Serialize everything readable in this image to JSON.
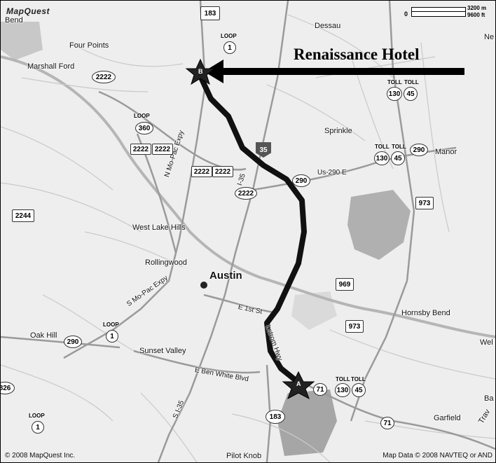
{
  "brand": "MapQuest",
  "annotation": {
    "text": "Renaissance Hotel"
  },
  "scale": {
    "zero": "0",
    "metric": "3200 m",
    "imperial": "9600 ft"
  },
  "copyright": "© 2008 MapQuest Inc.",
  "credits": "Map Data © 2008 NAVTEQ or AND",
  "markers": {
    "start": "A",
    "end": "B"
  },
  "places": {
    "bend": "Bend",
    "four_points": "Four Points",
    "marshall_ford": "Marshall Ford",
    "dessau": "Dessau",
    "sprinkle": "Sprinkle",
    "manor": "Manor",
    "west_lake_hills": "West Lake Hills",
    "rollingwood": "Rollingwood",
    "austin": "Austin",
    "oak_hill": "Oak Hill",
    "sunset_valley": "Sunset Valley",
    "hornsby_bend": "Hornsby Bend",
    "garfield": "Garfield",
    "pilot_knob": "Pilot Knob",
    "ne": "Ne",
    "wel": "Wel",
    "ba": "Ba",
    "trav": "Trav"
  },
  "roads": {
    "n_mopac": "N Mo-Pac Expy",
    "s_mopac": "S Mo-Pac Expy",
    "i35_north": "I-35",
    "i35_south": "S I-35",
    "us290e": "Us-290 E",
    "e1st": "E 1st St",
    "ben_white": "E Ben White Blvd",
    "lstrom": "Lstrom Hwy"
  },
  "shields": {
    "s183_top": "183",
    "loop1_top": "1",
    "s2222_a": "2222",
    "loop360": "360",
    "s2222_b": "2222",
    "s2222_c": "2222",
    "s2222_d": "2222",
    "s2222_e": "2222",
    "s2222_f": "2222",
    "i35": "35",
    "s290_mid": "290",
    "s290_right": "290",
    "toll130_top": "130",
    "toll45_top": "45",
    "toll130_mid": "130",
    "toll45_mid": "45",
    "s973_top": "973",
    "s969": "969",
    "s973_bot": "973",
    "s2244": "2244",
    "loop1_mid": "1",
    "s290_left": "290",
    "s71_a": "71",
    "toll130_bot": "130",
    "toll45_bot": "45",
    "s183_bot": "183",
    "s71_b": "71",
    "loop1_bot": "1",
    "s826": "826"
  },
  "shield_tags": {
    "loop": "LOOP",
    "toll": "TOLL"
  },
  "colors": {
    "route": "#111111",
    "road": "#9a9a9a",
    "minor": "#c4c4c4",
    "water": "#a8a8a8",
    "land": "#eeeeee"
  }
}
